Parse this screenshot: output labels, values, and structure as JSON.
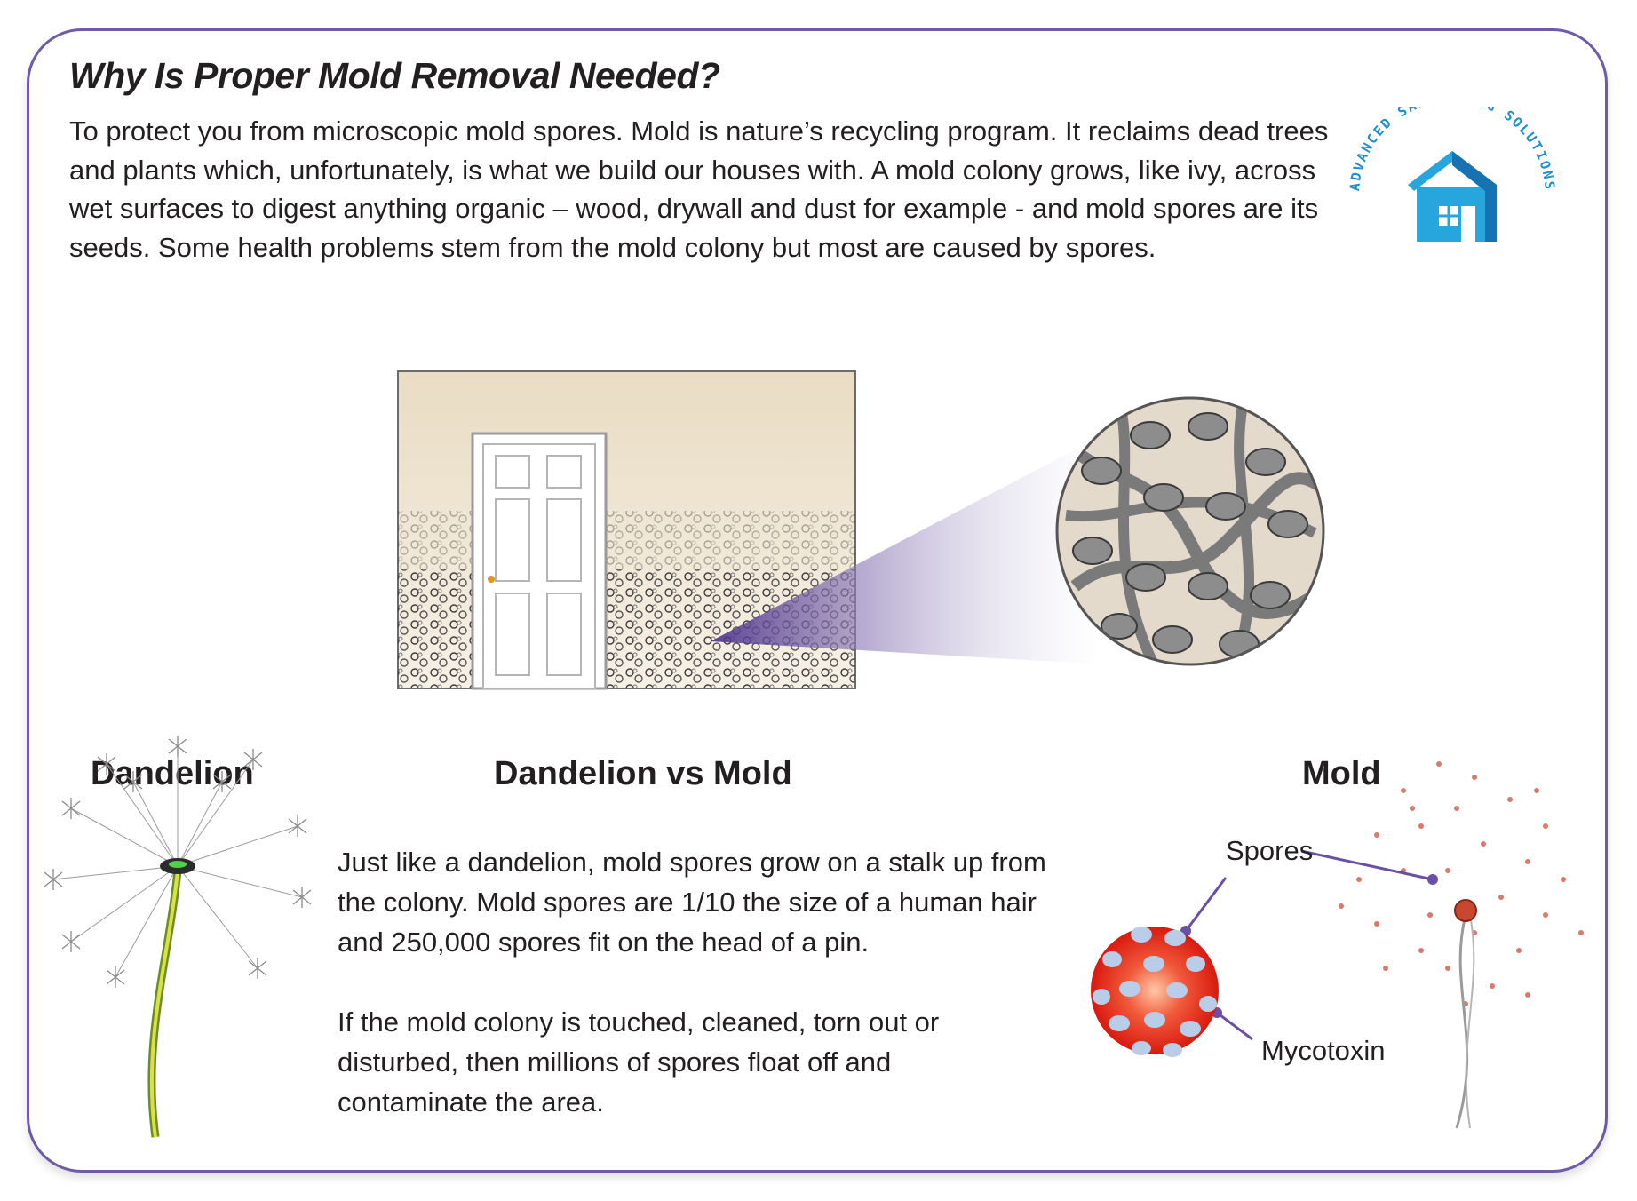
{
  "header": {
    "title": "Why Is Proper Mold Removal Needed?",
    "intro": "To protect you from microscopic mold spores. Mold is nature’s recycling program. It reclaims dead trees and plants which, unfortunately, is what we build our houses with. A mold colony grows, like ivy, across wet surfaces to digest anything organic – wood, drywall and dust for example - and mold spores are its seeds. Some health problems stem from the mold colony but most are caused by spores."
  },
  "logo": {
    "text": "ADVANCED SANITIZING SOLUTIONS",
    "icon": "house-icon",
    "color": "#1e8fd0"
  },
  "illustration": {
    "icons": [
      "door-icon",
      "mold-wall-icon",
      "magnifier-circle-icon"
    ],
    "accent": "#6a4fa6"
  },
  "comparison": {
    "left_label": "Dandelion",
    "center_title": "Dandelion vs Mold",
    "right_label": "Mold",
    "paragraph1": "Just like a dandelion, mold spores grow on a stalk up from the colony. Mold spores are 1/10 the size of a human hair and 250,000 spores fit on the head of a pin.",
    "paragraph2": "If the mold colony is touched, cleaned, torn out or disturbed, then millions of spores float off and contaminate the area.",
    "callouts": {
      "spores": "Spores",
      "mycotoxin": "Mycotoxin"
    }
  },
  "colors": {
    "border": "#6f5aa8",
    "spore_red": "#e8231c",
    "toxin_blue": "#b9cde8"
  }
}
